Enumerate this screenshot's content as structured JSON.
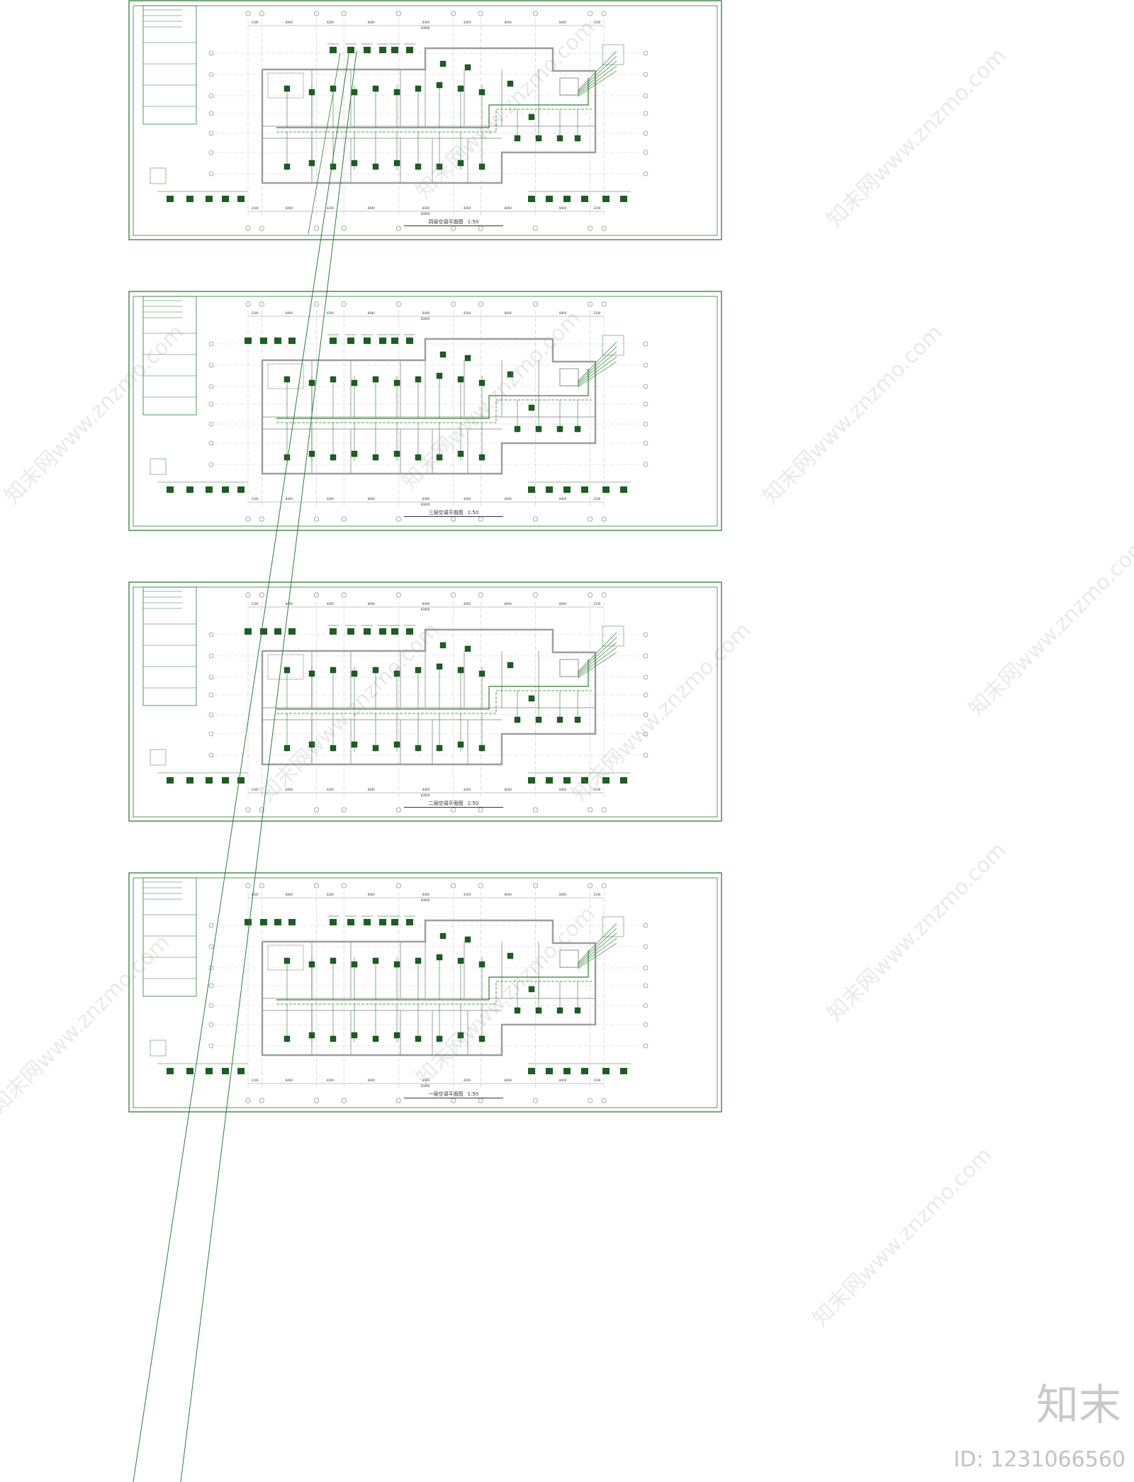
{
  "sheets": [
    {
      "title": "四层空调平面图",
      "scale": "1:50"
    },
    {
      "title": "三层空调平面图",
      "scale": "1:50"
    },
    {
      "title": "二层空调平面图",
      "scale": "1:50"
    },
    {
      "title": "一层空调平面图",
      "scale": "1:50"
    }
  ],
  "dimensions": {
    "total": "63600",
    "spans": [
      "2100",
      "8400",
      "4200",
      "8400",
      "8400",
      "4200",
      "8400",
      "8400",
      "2100"
    ]
  },
  "watermark": "知末网www.znzmo.com",
  "brand": "知末",
  "id_text": "ID: 1231066560",
  "colors": {
    "line": "#2e7d32",
    "unit": "#1b5e20",
    "wall": "#9e9e9e",
    "frame": "#2e7d32"
  }
}
